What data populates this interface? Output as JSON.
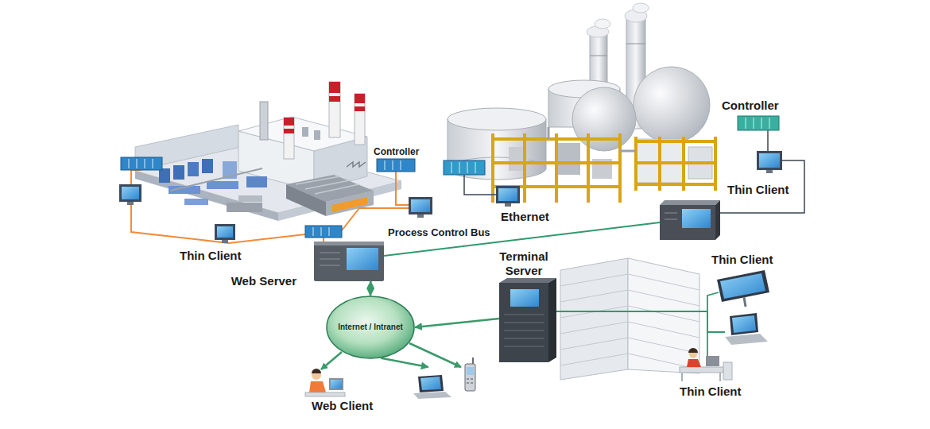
{
  "diagram": {
    "nodes": [
      {
        "text": [
          "Web Server"
        ]
      },
      {
        "text": [
          "Internet / Intranet"
        ]
      },
      {
        "text": [
          "Terminal Server"
        ]
      },
      {
        "text": [
          "Web Client"
        ]
      }
    ],
    "edges": [
      {
        "from": 0,
        "to": 1,
        "arrow": "both"
      },
      {
        "from": 2,
        "to": 1,
        "arrow": "to"
      },
      {
        "from": 1,
        "to": 3,
        "arrow": "to"
      }
    ],
    "labels": [
      "Controller",
      "Controller",
      "Thin Client",
      "Ethernet",
      "Process Control Bus",
      "Thin Client",
      "Thin Client",
      "Thin Client"
    ]
  }
}
